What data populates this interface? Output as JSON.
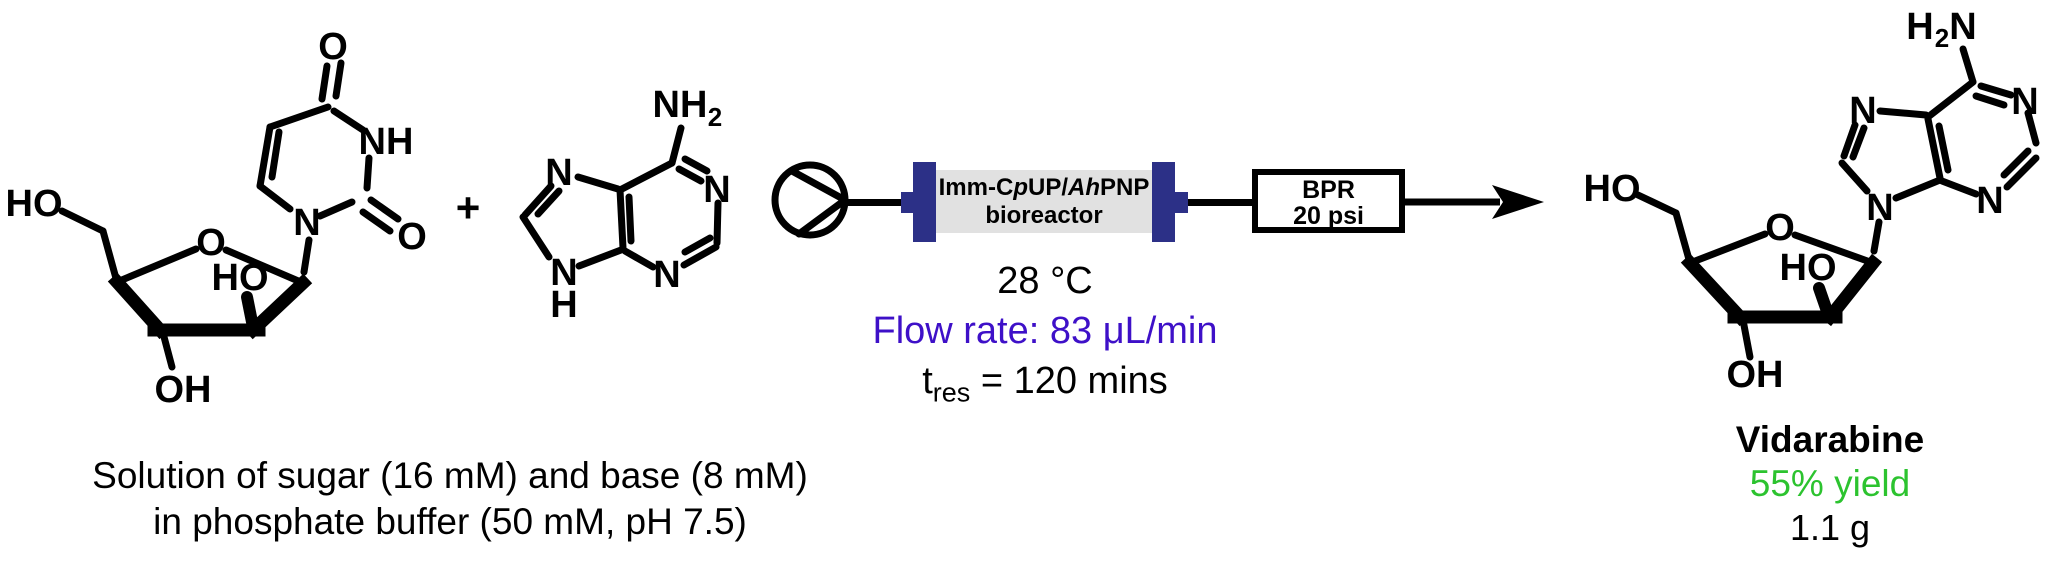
{
  "scheme": {
    "plus": "+"
  },
  "atoms": {
    "ho": "HO",
    "oh": "OH",
    "o": "O",
    "n": "N",
    "nh": "NH",
    "h": "H",
    "sub2": "2"
  },
  "apparatus": {
    "reactor": {
      "l1a": "Imm-C",
      "l1b": "p",
      "l1c": "UP/",
      "l1d": "Ah",
      "l1e": "PNP",
      "line2": "bioreactor",
      "body_color": "#e1e1e1",
      "cap_color": "#2c3087"
    },
    "bpr": {
      "line1": "BPR",
      "line2": "20 psi"
    }
  },
  "conditions": {
    "temperature": "28 °C",
    "flow_rate": "Flow rate: 83 μL/min",
    "flow_rate_color": "#3e10c8",
    "tres_prefix": "t",
    "tres_sub": "res",
    "tres_suffix": " = 120 mins"
  },
  "product": {
    "name": "Vidarabine",
    "yield_text": "55% yield",
    "yield_color": "#2cc32f",
    "amount": "1.1 g"
  },
  "feed_caption": {
    "line1": "Solution of sugar (16 mM) and base (8 mM)",
    "line2": "in phosphate buffer (50 mM, pH 7.5)"
  }
}
